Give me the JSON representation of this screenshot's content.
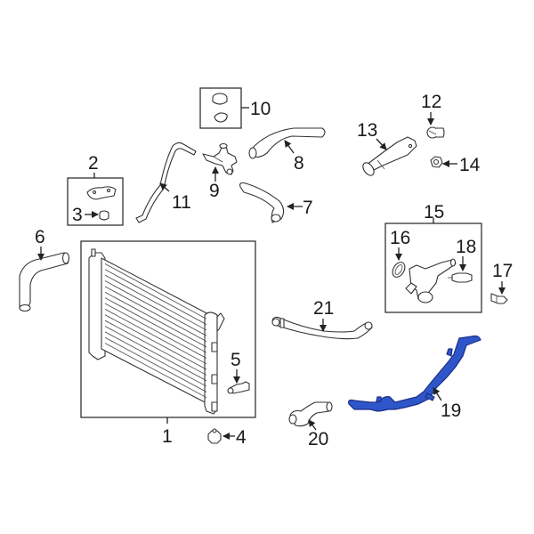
{
  "diagram": {
    "title": "Radiator & Coolant Hose Parts Diagram",
    "highlight_color": "#2f56c9",
    "highlighted_part": "19",
    "callouts": [
      {
        "id": "1",
        "label": "1"
      },
      {
        "id": "2",
        "label": "2"
      },
      {
        "id": "3",
        "label": "3"
      },
      {
        "id": "4",
        "label": "4"
      },
      {
        "id": "5",
        "label": "5"
      },
      {
        "id": "6",
        "label": "6"
      },
      {
        "id": "7",
        "label": "7"
      },
      {
        "id": "8",
        "label": "8"
      },
      {
        "id": "9",
        "label": "9"
      },
      {
        "id": "10",
        "label": "10"
      },
      {
        "id": "11",
        "label": "11"
      },
      {
        "id": "12",
        "label": "12"
      },
      {
        "id": "13",
        "label": "13"
      },
      {
        "id": "14",
        "label": "14"
      },
      {
        "id": "15",
        "label": "15"
      },
      {
        "id": "16",
        "label": "16"
      },
      {
        "id": "17",
        "label": "17"
      },
      {
        "id": "18",
        "label": "18"
      },
      {
        "id": "19",
        "label": "19"
      },
      {
        "id": "20",
        "label": "20"
      },
      {
        "id": "21",
        "label": "21"
      }
    ]
  }
}
